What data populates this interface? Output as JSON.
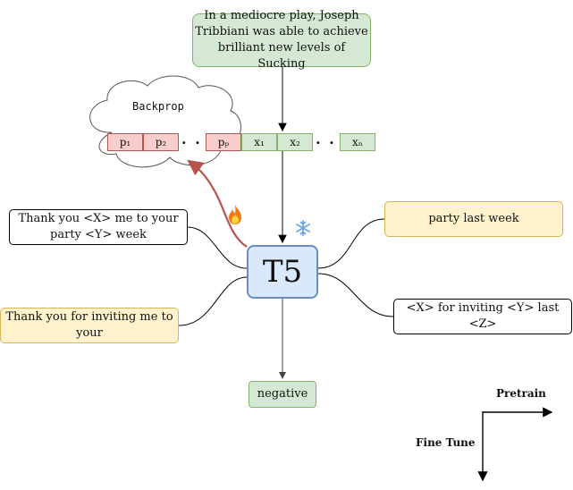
{
  "input_text": "In a mediocre play, Joseph Tribbiani was able to achieve brilliant new levels of Sucking",
  "backprop_label": "Backprop",
  "prompt_tokens": [
    "p₁",
    "p₂",
    "pₚ"
  ],
  "input_tokens": [
    "x₁",
    "x₂",
    "xₙ"
  ],
  "ellipsis": ". . .",
  "model_label": "T5",
  "examples": {
    "top_left": "Thank you <X> me to your  party <Y> week",
    "bottom_left": "Thank you for inviting me to your",
    "top_right": "party last week",
    "bottom_right": "<X> for inviting <Y> last <Z>"
  },
  "output_label": "negative",
  "axis": {
    "horizontal": "Pretrain",
    "vertical": "Fine Tune"
  },
  "icons": {
    "frozen": "snowflake-icon",
    "trainable": "fire-icon"
  },
  "colors": {
    "prompt_fill": "#f8cecc",
    "input_fill": "#d5e8d4",
    "model_fill": "#dae8fc",
    "yellow_fill": "#fff2cc",
    "backprop_arrow": "#b85450"
  }
}
